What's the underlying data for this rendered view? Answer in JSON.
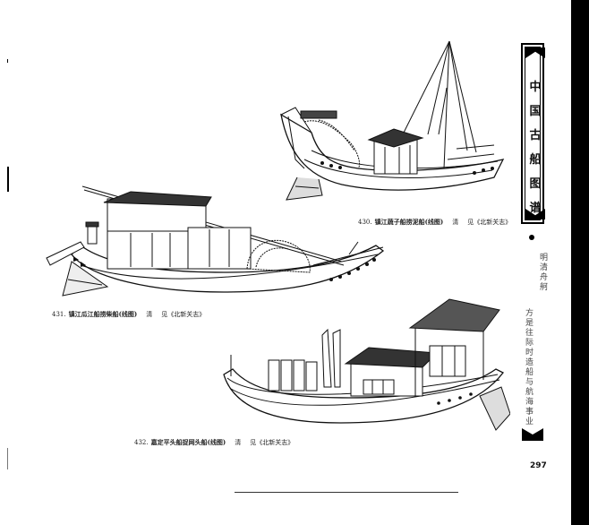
{
  "sidebar": {
    "book_title_chars": [
      "中",
      "国",
      "古",
      "船",
      "图",
      "谱"
    ],
    "section_col_1": "明清舟舸",
    "section_col_2": "方是往际时造船与航海事业"
  },
  "figures": [
    {
      "number": "430.",
      "title": "镇江蔬子船捞泥船(线图)",
      "era": "清",
      "source": "见《北新关志》"
    },
    {
      "number": "431.",
      "title": "镇江瓜江船捞柴船(线图)",
      "era": "清",
      "source": "见《北新关志》"
    },
    {
      "number": "432.",
      "title": "嘉定平头船捉网头船(线图)",
      "era": "清",
      "source": "见《北新关志》"
    }
  ],
  "page_number": "297"
}
